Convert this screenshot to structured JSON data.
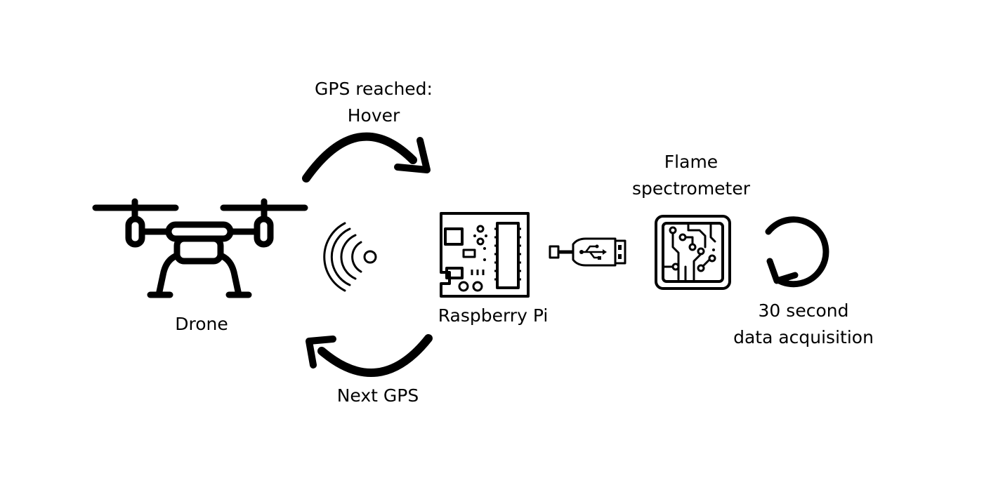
{
  "labels": {
    "drone": "Drone",
    "gps_reached_line1": "GPS reached:",
    "gps_reached_line2": "Hover",
    "raspberry_pi": "Raspberry Pi",
    "next_gps": "Next GPS",
    "flame_line1": "Flame",
    "flame_line2": "spectrometer",
    "acq_line1": "30 second",
    "acq_line2": "data acquisition"
  },
  "icons": {
    "drone": "drone-icon",
    "wireless": "wireless-signal-icon",
    "board": "raspberry-pi-board-icon",
    "usb": "usb-plug-icon",
    "spectrometer": "circuit-chip-icon",
    "loop": "refresh-icon"
  },
  "colors": {
    "ink": "#000000",
    "background": "#ffffff"
  }
}
